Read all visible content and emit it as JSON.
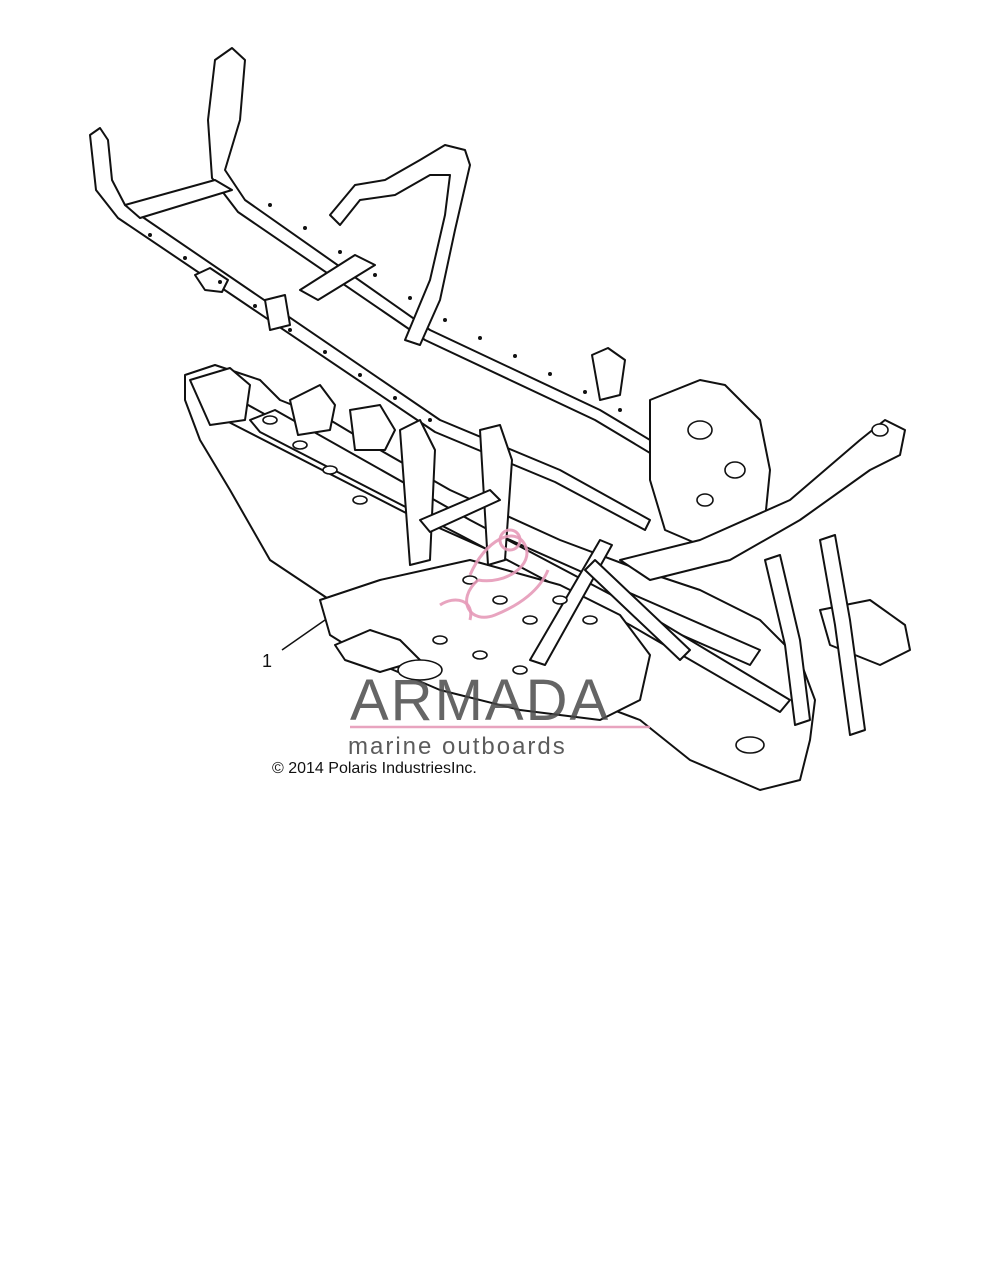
{
  "diagram": {
    "callouts": [
      {
        "number": "1"
      }
    ],
    "copyright": "© 2014 Polaris IndustriesInc.",
    "watermark": {
      "title": "ARMADA",
      "subtitle": "marine outboards",
      "accent_color": "#e59ab8",
      "text_color": "#4a4a4a"
    },
    "line_color": "#111111"
  }
}
